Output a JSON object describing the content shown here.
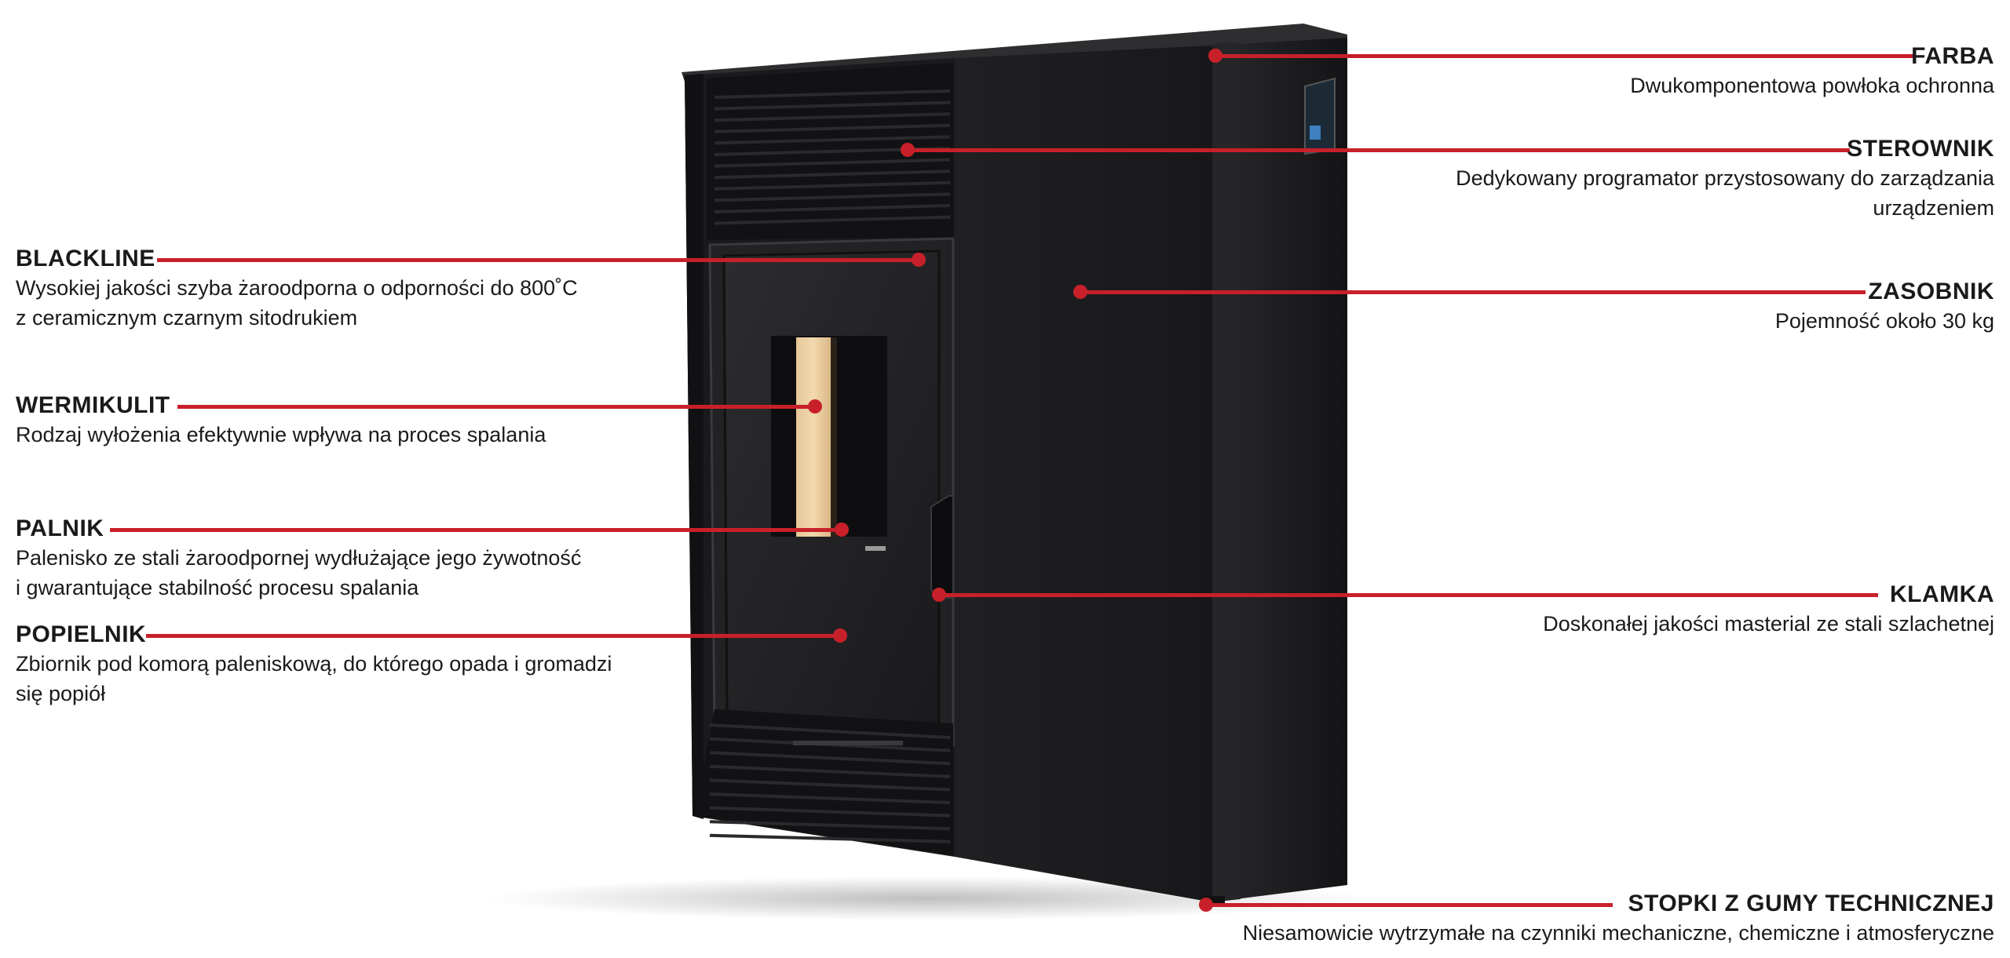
{
  "colors": {
    "accent": "#c8202a",
    "stove_body": "#1c1c1e",
    "text": "#1a1a1a"
  },
  "callouts": {
    "farba": {
      "title": "FARBA",
      "desc": "Dwukomponentowa powłoka ochronna"
    },
    "sterownik": {
      "title": "STEROWNIK",
      "desc1": "Dedykowany programator przystosowany do zarządzania",
      "desc2": "urządzeniem"
    },
    "zasobnik": {
      "title": "ZASOBNIK",
      "desc": "Pojemność około 30 kg"
    },
    "klamka": {
      "title": "KLAMKA",
      "desc": "Doskonałej jakości masterial ze stali szlachetnej"
    },
    "stopki": {
      "title": "STOPKI Z GUMY TECHNICZNEJ",
      "desc": "Niesamowicie wytrzymałe na czynniki mechaniczne, chemiczne i atmosferyczne"
    },
    "blackline": {
      "title": "BLACKLINE",
      "desc1": "Wysokiej jakości szyba żaroodporna o odporności do 800˚C",
      "desc2": "z ceramicznym czarnym sitodrukiem"
    },
    "wermikulit": {
      "title": "WERMIKULIT",
      "desc": "Rodzaj wyłożenia efektywnie wpływa na proces spalania"
    },
    "palnik": {
      "title": "PALNIK",
      "desc1": "Palenisko ze stali żaroodpornej wydłużające jego żywotność",
      "desc2": "i gwarantujące stabilność procesu spalania"
    },
    "popielnik": {
      "title": "POPIELNIK",
      "desc1": "Zbiornik pod komorą paleniskową, do którego opada i gromadzi",
      "desc2": "się popiół"
    }
  }
}
